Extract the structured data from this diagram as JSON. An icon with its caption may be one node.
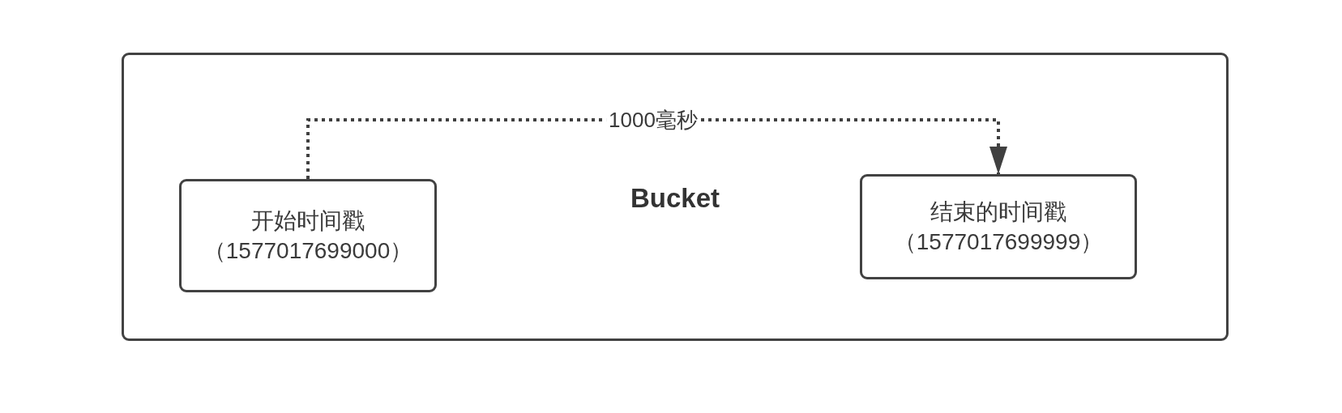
{
  "diagram": {
    "nodes": [
      {
        "text": [
          "Bucket"
        ]
      },
      {
        "text": [
          "开始时间戳",
          "（1577017699000）"
        ],
        "in": 0
      },
      {
        "text": [
          "结束的时间戳",
          "（1577017699999）"
        ],
        "in": 0
      }
    ],
    "edges": [
      {
        "from": 1,
        "to": 2,
        "arrow": "to",
        "label": "1000毫秒",
        "style": "dashed"
      }
    ]
  }
}
